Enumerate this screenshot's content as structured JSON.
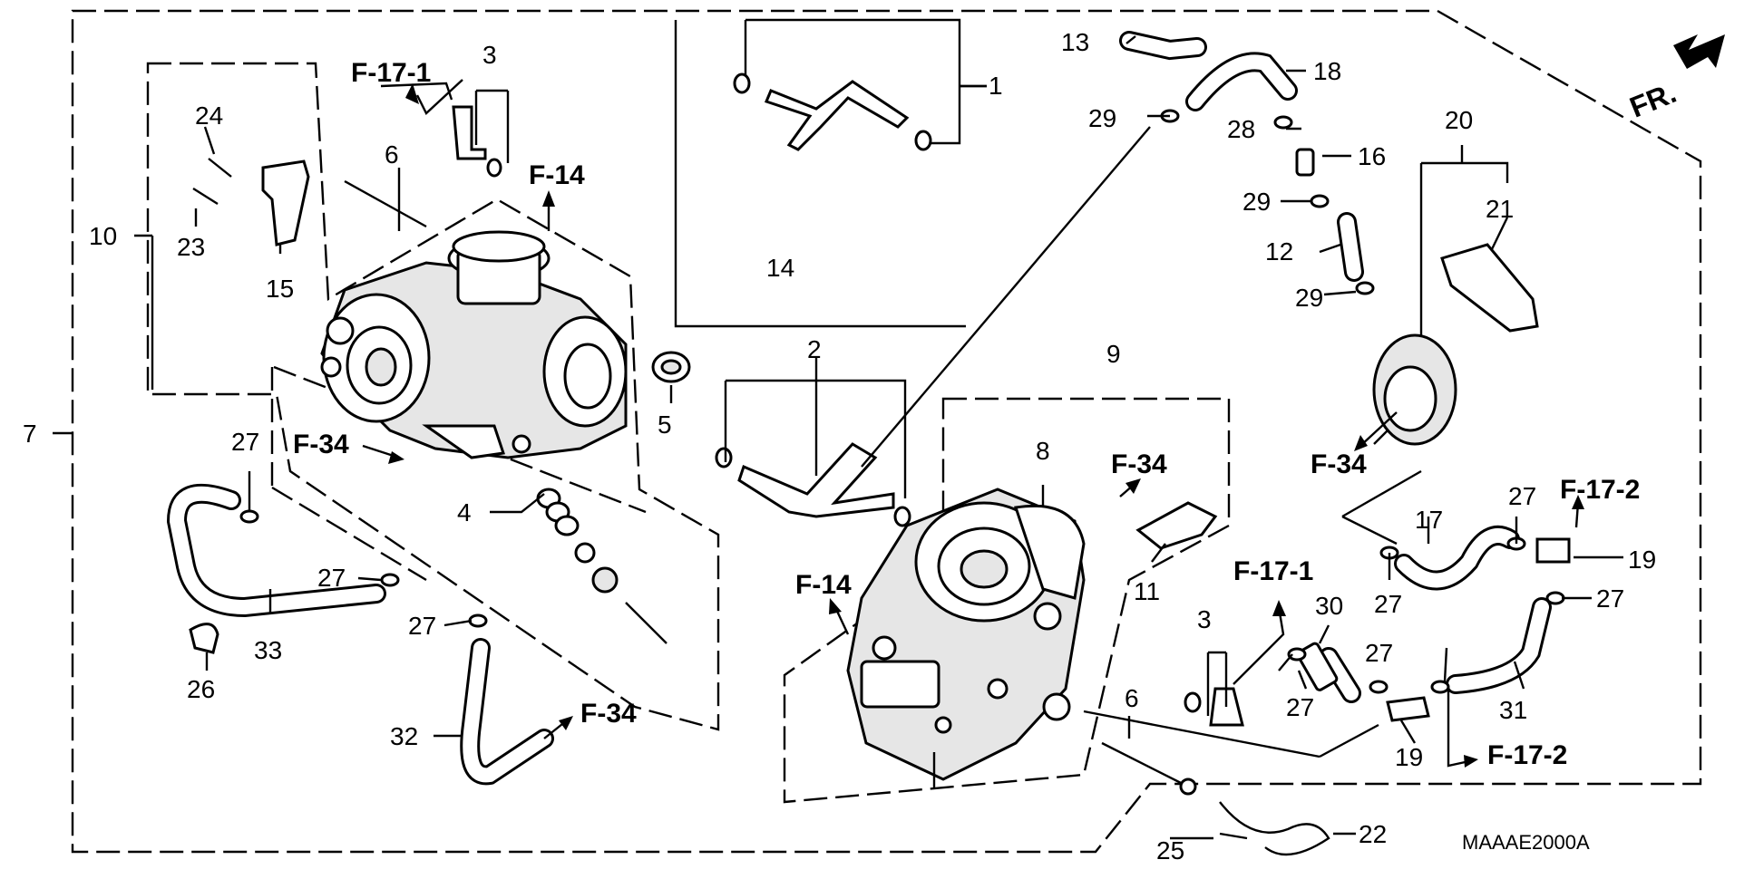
{
  "diagram": {
    "code": "MAAAE2000A",
    "direction": "FR.",
    "part_numbers": {
      "p1": "1",
      "p2": "2",
      "p3a": "3",
      "p3b": "3",
      "p4": "4",
      "p5": "5",
      "p6a": "6",
      "p6b": "6",
      "p7": "7",
      "p8": "8",
      "p9": "9",
      "p10": "10",
      "p11": "11",
      "p12": "12",
      "p13": "13",
      "p14": "14",
      "p15": "15",
      "p16": "16",
      "p17": "17",
      "p18": "18",
      "p19a": "19",
      "p19b": "19",
      "p20": "20",
      "p21": "21",
      "p22": "22",
      "p23": "23",
      "p24": "24",
      "p25": "25",
      "p26": "26",
      "p27a": "27",
      "p27b": "27",
      "p27c": "27",
      "p27d": "27",
      "p27e": "27",
      "p27f": "27",
      "p27g": "27",
      "p27h": "27",
      "p28": "28",
      "p29a": "29",
      "p29b": "29",
      "p29c": "29",
      "p30": "30",
      "p31": "31",
      "p32": "32",
      "p33": "33"
    },
    "references": {
      "r1": "F-17-1",
      "r2": "F-14",
      "r3": "F-34",
      "r4": "F-34",
      "r5": "F-34",
      "r6": "F-14",
      "r7": "F-34",
      "r8": "F-17-1",
      "r9": "F-17-2",
      "r10": "F-17-2"
    }
  }
}
